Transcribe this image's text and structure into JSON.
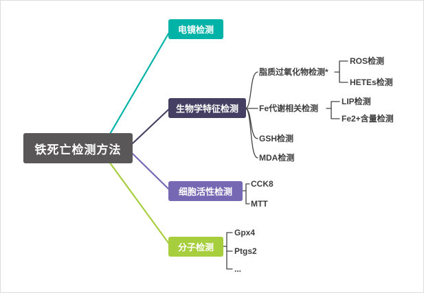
{
  "root": {
    "label": "铁死亡检测方法"
  },
  "branches": [
    {
      "label": "电镜检测"
    },
    {
      "label": "生物学特征检测"
    },
    {
      "label": "细胞活性检测"
    },
    {
      "label": "分子检测"
    }
  ],
  "bio_children": {
    "lipid": {
      "label": "脂质过氧化物检测*"
    },
    "ros": {
      "label": "ROS检测"
    },
    "hetes": {
      "label": "HETEs检测"
    },
    "fe": {
      "label": "Fe代谢相关检测"
    },
    "lip": {
      "label": "LIP检测"
    },
    "fe2": {
      "label": "Fe2+含量检测"
    },
    "gsh": {
      "label": "GSH检测"
    },
    "mda": {
      "label": "MDA检测"
    }
  },
  "cell_children": {
    "cck8": {
      "label": "CCK8"
    },
    "mtt": {
      "label": "MTT"
    }
  },
  "mol_children": {
    "gpx4": {
      "label": "Gpx4"
    },
    "ptgs2": {
      "label": "Ptgs2"
    },
    "more": {
      "label": "..."
    }
  },
  "colors": {
    "root_bg": "#595757",
    "electron_microscopy": "#00b3a6",
    "biological_features": "#454063",
    "cell_viability": "#7668b2",
    "molecular": "#a6ce3d",
    "sub_line": "#404040",
    "leaf_text": "#3d3d3d",
    "background": "#ffffff"
  }
}
